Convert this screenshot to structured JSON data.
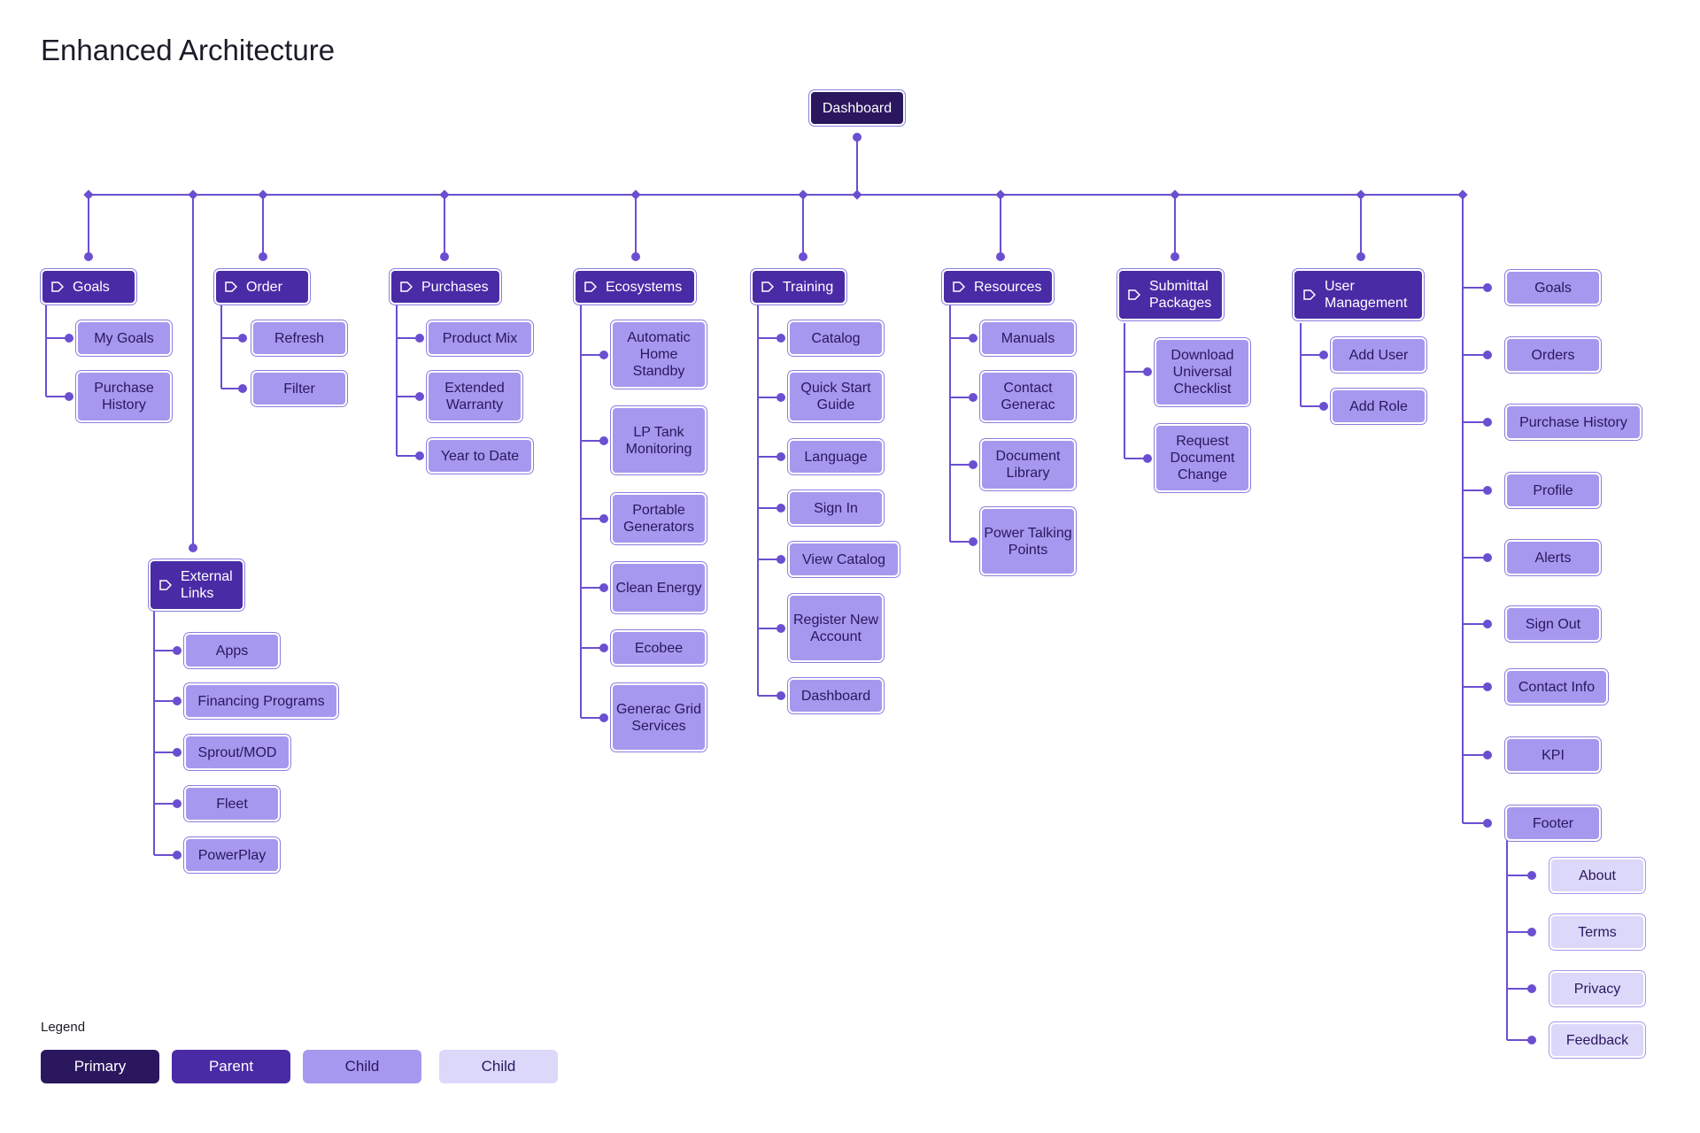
{
  "title": "Enhanced Architecture",
  "root": "Dashboard",
  "groups": {
    "goals": {
      "label": "Goals",
      "children": [
        "My Goals",
        "Purchase History"
      ]
    },
    "external_links": {
      "label": "External Links",
      "children": [
        "Apps",
        "Financing Programs",
        "Sprout/MOD",
        "Fleet",
        "PowerPlay"
      ]
    },
    "order": {
      "label": "Order",
      "children": [
        "Refresh",
        "Filter"
      ]
    },
    "purchases": {
      "label": "Purchases",
      "children": [
        "Product Mix",
        "Extended Warranty",
        "Year to Date"
      ]
    },
    "ecosystems": {
      "label": "Ecosystems",
      "children": [
        "Automatic Home Standby",
        "LP Tank Monitoring",
        "Portable Generators",
        "Clean Energy",
        "Ecobee",
        "Generac Grid Services"
      ]
    },
    "training": {
      "label": "Training",
      "children": [
        "Catalog",
        "Quick Start Guide",
        "Language",
        "Sign In",
        "View Catalog",
        "Register New Account",
        "Dashboard"
      ]
    },
    "resources": {
      "label": "Resources",
      "children": [
        "Manuals",
        "Contact Generac",
        "Document Library",
        "Power Talking Points"
      ]
    },
    "submittal": {
      "label": "Submittal Packages",
      "children": [
        "Download Universal Checklist",
        "Request Document Change"
      ]
    },
    "user_mgmt": {
      "label": "User Management",
      "children": [
        "Add User",
        "Add Role"
      ]
    },
    "right": {
      "children": [
        "Goals",
        "Orders",
        "Purchase History",
        "Profile",
        "Alerts",
        "Sign Out",
        "Contact Info",
        "KPI",
        "Footer"
      ]
    },
    "footer": {
      "children": [
        "About",
        "Terms",
        "Privacy",
        "Feedback"
      ]
    }
  },
  "legend": {
    "title": "Legend",
    "items": [
      "Primary",
      "Parent",
      "Child",
      "Child"
    ]
  },
  "colors": {
    "primary": "#2a175e",
    "parent": "#4a2ba6",
    "child": "#a698ee",
    "child_light": "#dcd8fa",
    "line": "#6a4fd0"
  }
}
